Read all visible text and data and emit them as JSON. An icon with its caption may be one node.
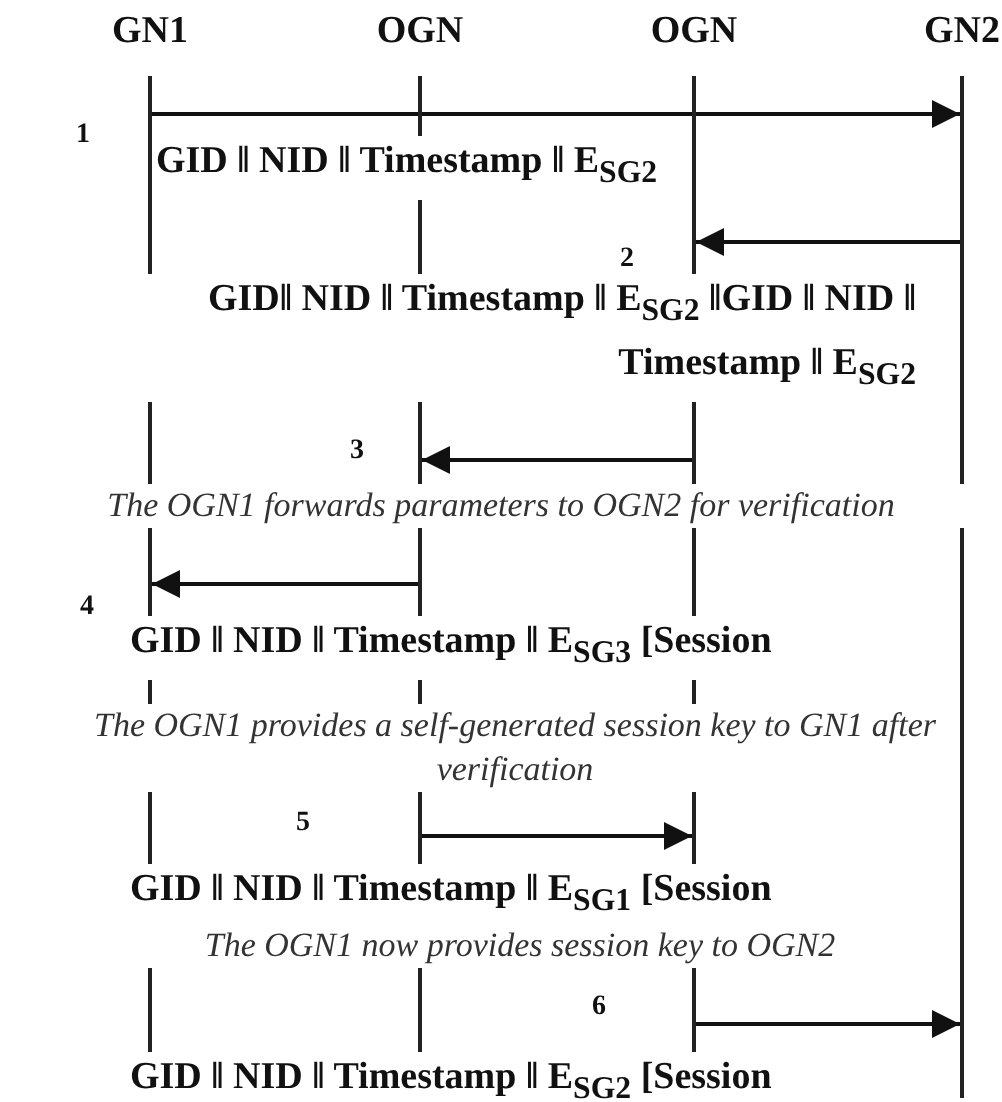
{
  "diagram": {
    "nodes": [
      {
        "text": [
          "GN1"
        ]
      },
      {
        "text": [
          "OGN"
        ]
      },
      {
        "text": [
          "OGN"
        ]
      },
      {
        "text": [
          "GN2"
        ]
      }
    ],
    "edges": [
      {
        "from": 0,
        "to": 3,
        "arrow": "to",
        "label": "GID ‖ NID ‖ Timestamp ‖ E$_{SG2}$"
      },
      {
        "from": 3,
        "to": 2,
        "arrow": "to",
        "label": "GID‖ NID ‖ Timestamp ‖ E$_{SG2}$ ‖GID ‖ NID ‖ Timestamp ‖ E$_{SG2}$"
      },
      {
        "from": 2,
        "to": 1,
        "arrow": "to"
      },
      {
        "from": 1,
        "to": 0,
        "arrow": "to",
        "label": "GID ‖ NID ‖ Timestamp ‖ E$_{SG3}$ [Session"
      },
      {
        "from": 1,
        "to": 2,
        "arrow": "to",
        "label": "GID ‖ NID ‖ Timestamp ‖ E$_{SG1}$ [Session"
      },
      {
        "from": 2,
        "to": 3,
        "arrow": "to",
        "label": "GID ‖ NID ‖ Timestamp ‖ E$_{SG2}$ [Session"
      }
    ],
    "labels": [
      "1",
      "2",
      "3",
      "The OGN1 forwards parameters to OGN2 for verification",
      "4",
      "The OGN1 provides a self-generated session key to GN1 after verification",
      "5",
      "The OGN1 now provides session key to OGN2",
      "6"
    ]
  }
}
